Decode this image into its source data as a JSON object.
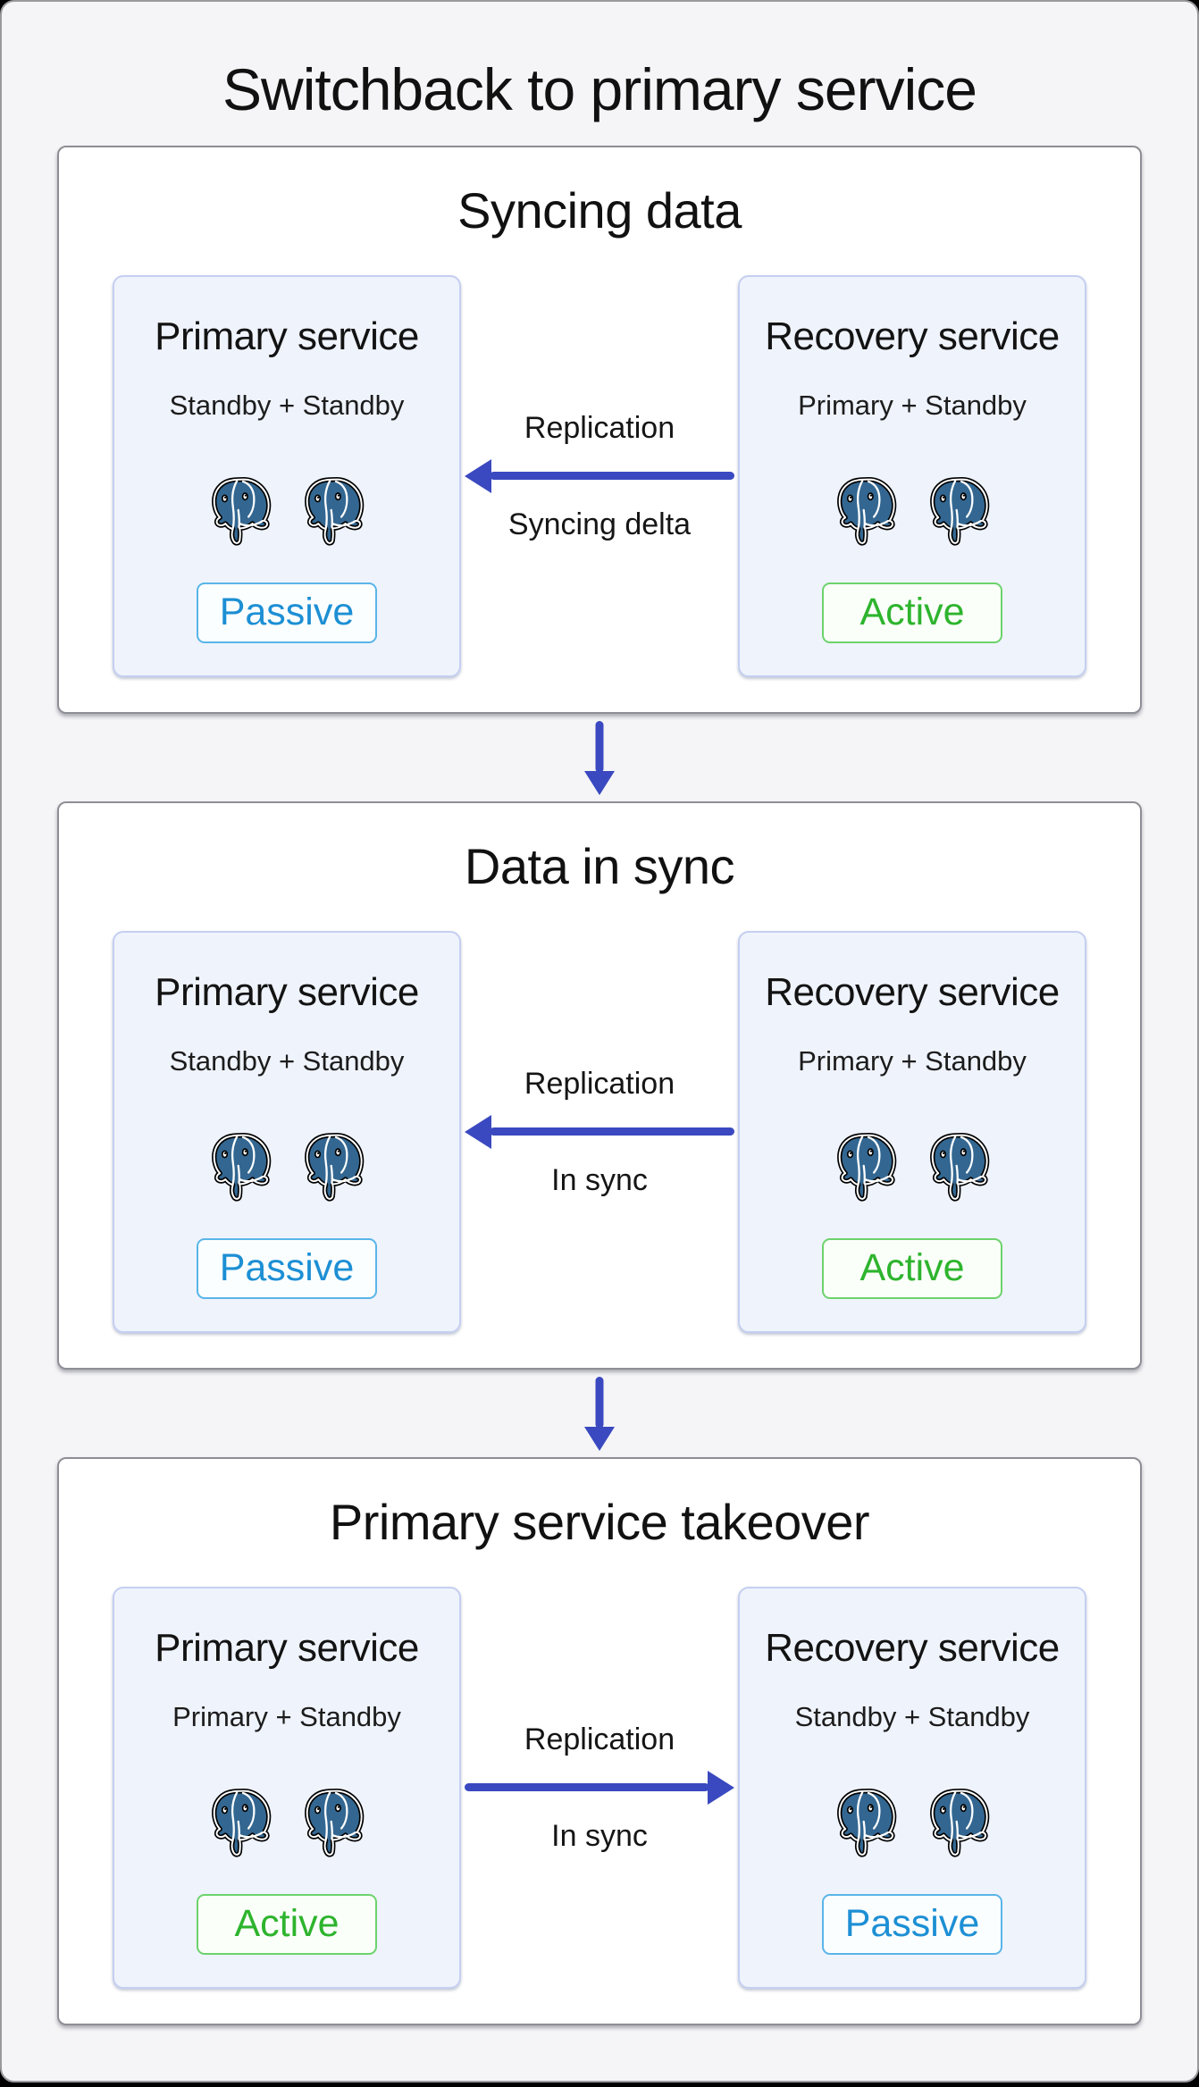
{
  "page": {
    "title": "Switchback to primary service"
  },
  "colors": {
    "accent_blue": "#3a49c0",
    "postgres_blue": "#336791",
    "passive_text": "#1d8fd4",
    "passive_border": "#59b5e8",
    "active_text": "#2eb42e",
    "active_border": "#6cd36c"
  },
  "stages": [
    {
      "title": "Syncing data",
      "services": {
        "left": {
          "title": "Primary service",
          "subtitle": "Standby + Standby",
          "icon": "postgresql-elephant-icon",
          "icon_count": 2,
          "badge": {
            "label": "Passive",
            "state": "passive"
          }
        },
        "right": {
          "title": "Recovery service",
          "subtitle": "Primary + Standby",
          "icon": "postgresql-elephant-icon",
          "icon_count": 2,
          "badge": {
            "label": "Active",
            "state": "active"
          }
        }
      },
      "replication": {
        "direction": "left",
        "label_top": "Replication",
        "label_bottom": "Syncing delta"
      }
    },
    {
      "title": "Data in sync",
      "services": {
        "left": {
          "title": "Primary service",
          "subtitle": "Standby + Standby",
          "icon": "postgresql-elephant-icon",
          "icon_count": 2,
          "badge": {
            "label": "Passive",
            "state": "passive"
          }
        },
        "right": {
          "title": "Recovery service",
          "subtitle": "Primary + Standby",
          "icon": "postgresql-elephant-icon",
          "icon_count": 2,
          "badge": {
            "label": "Active",
            "state": "active"
          }
        }
      },
      "replication": {
        "direction": "left",
        "label_top": "Replication",
        "label_bottom": "In sync"
      }
    },
    {
      "title": "Primary service takeover",
      "services": {
        "left": {
          "title": "Primary service",
          "subtitle": "Primary + Standby",
          "icon": "postgresql-elephant-icon",
          "icon_count": 2,
          "badge": {
            "label": "Active",
            "state": "active"
          }
        },
        "right": {
          "title": "Recovery service",
          "subtitle": "Standby + Standby",
          "icon": "postgresql-elephant-icon",
          "icon_count": 2,
          "badge": {
            "label": "Passive",
            "state": "passive"
          }
        }
      },
      "replication": {
        "direction": "right",
        "label_top": "Replication",
        "label_bottom": "In sync"
      }
    }
  ]
}
